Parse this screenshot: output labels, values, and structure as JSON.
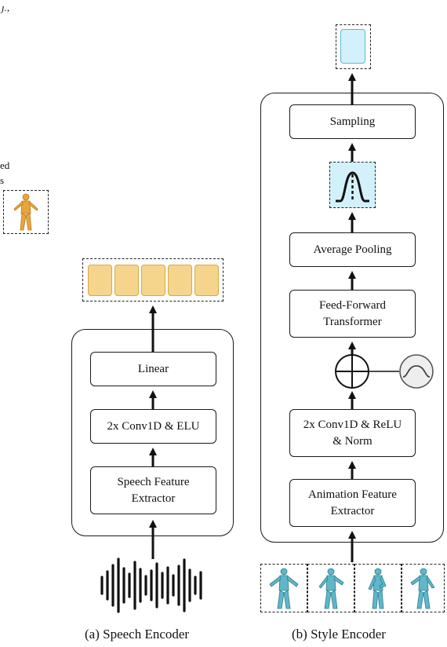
{
  "top_left_fragment": "ȷ.,",
  "left_fragment": {
    "line1": "ed",
    "line2": "s"
  },
  "speech_encoder": {
    "caption": "(a) Speech Encoder",
    "blocks": {
      "linear": "Linear",
      "conv": "2x Conv1D & ELU",
      "feature": "Speech Feature\nExtractor"
    },
    "output_tokens": 5
  },
  "style_encoder": {
    "caption": "(b) Style Encoder",
    "blocks": {
      "sampling": "Sampling",
      "pooling": "Average Pooling",
      "ffn": "Feed-Forward\nTransformer",
      "conv": "2x Conv1D & ReLU\n& Norm",
      "feature": "Animation Feature\nExtractor"
    },
    "input_poses": 4
  },
  "colors": {
    "token_fill": "#f5d58c",
    "style_fill": "#d3f1fa",
    "pose_fill": "#5fb7c9",
    "orange_pose": "#e8a63a"
  }
}
